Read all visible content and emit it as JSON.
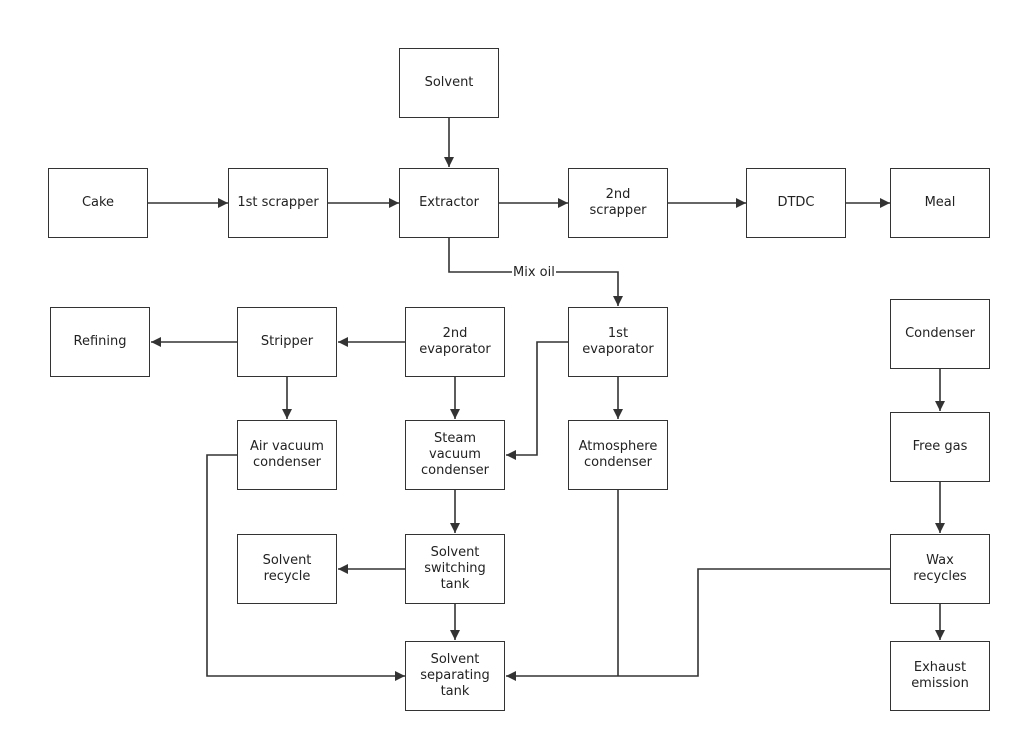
{
  "colors": {
    "stroke": "#333333",
    "text": "#222222",
    "background": "#ffffff"
  },
  "nodes": {
    "solvent": "Solvent",
    "cake": "Cake",
    "scrapper1": "1st scrapper",
    "extractor": "Extractor",
    "scrapper2": "2nd\nscrapper",
    "dtdc": "DTDC",
    "meal": "Meal",
    "refining": "Refining",
    "stripper": "Stripper",
    "evaporator2": "2nd\nevaporator",
    "evaporator1": "1st\nevaporator",
    "condenser": "Condenser",
    "air_vacuum_condenser": "Air vacuum\ncondenser",
    "steam_vacuum_condenser": "Steam\nvacuum\ncondenser",
    "atmosphere_condenser": "Atmosphere\ncondenser",
    "free_gas": "Free gas",
    "solvent_recycle": "Solvent\nrecycle",
    "solvent_switching_tank": "Solvent\nswitching\ntank",
    "wax_recycles": "Wax\nrecycles",
    "solvent_separating_tank": "Solvent\nseparating\ntank",
    "exhaust_emission": "Exhaust\nemission"
  },
  "edge_labels": {
    "mix_oil": "Mix oil"
  }
}
